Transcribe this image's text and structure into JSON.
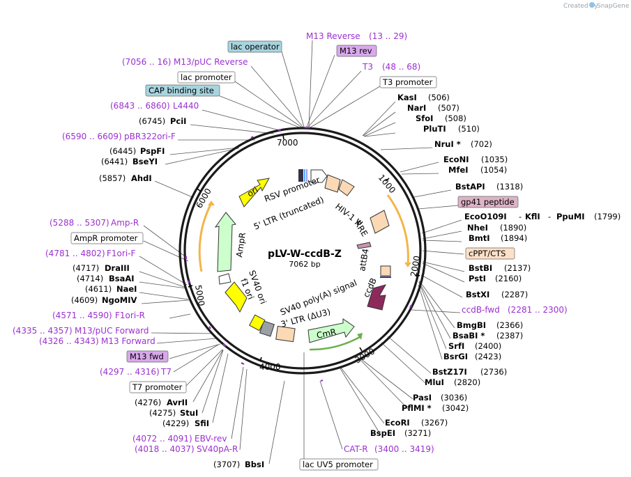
{
  "branding": {
    "credit": "Created by",
    "brand": "SnapGene"
  },
  "plasmid": {
    "name": "pLV-W-ccdB-Z",
    "size": "7062 bp"
  },
  "tick_labels": [
    "1000",
    "2000",
    "3000",
    "4000",
    "5000",
    "6000",
    "7000"
  ],
  "labels": [
    {
      "id": "m13rev-primer",
      "text": "M13 Reverse",
      "range": "(13 .. 29)"
    },
    {
      "id": "lac-operator",
      "text": "lac operator",
      "box": "#a7d4df"
    },
    {
      "id": "m13rev-feature",
      "text": "M13 rev",
      "box": "#d9a8ec"
    },
    {
      "id": "m13puc-rev",
      "text": "M13/pUC Reverse",
      "range": "(7056 .. 16)"
    },
    {
      "id": "t3-primer",
      "text": "T3",
      "range": "(48 .. 68)"
    },
    {
      "id": "lac-promoter",
      "text": "lac promoter",
      "box": "#ffffff"
    },
    {
      "id": "t3-promoter",
      "text": "T3 promoter",
      "box": "#ffffff"
    },
    {
      "id": "cap-site",
      "text": "CAP binding site",
      "box": "#a7d4df"
    },
    {
      "id": "kasI",
      "text": "KasI",
      "pos": "(506)"
    },
    {
      "id": "narI",
      "text": "NarI",
      "pos": "(507)"
    },
    {
      "id": "l4440",
      "text": "L4440",
      "range": "(6843 .. 6860)"
    },
    {
      "id": "sfoI",
      "text": "SfoI",
      "pos": "(508)"
    },
    {
      "id": "pciI",
      "text": "PciI",
      "pos": "(6745)"
    },
    {
      "id": "pluTI",
      "text": "PluTI",
      "pos": "(510)"
    },
    {
      "id": "pbr322ori-f",
      "text": "pBR322ori-F",
      "range": "(6590 .. 6609)"
    },
    {
      "id": "nruI",
      "text": "NruI *",
      "pos": "(702)"
    },
    {
      "id": "pspFI",
      "text": "PspFI",
      "pos": "(6445)"
    },
    {
      "id": "bseYI",
      "text": "BseYI",
      "pos": "(6441)"
    },
    {
      "id": "ecoNI",
      "text": "EcoNI",
      "pos": "(1035)"
    },
    {
      "id": "mfeI",
      "text": "MfeI",
      "pos": "(1054)"
    },
    {
      "id": "ahdI",
      "text": "AhdI",
      "pos": "(5857)"
    },
    {
      "id": "bstAPI",
      "text": "BstAPI",
      "pos": "(1318)"
    },
    {
      "id": "gp41",
      "text": "gp41 peptide",
      "box": "#ddb3c6"
    },
    {
      "id": "amp-r-primer",
      "text": "Amp-R",
      "range": "(5288 .. 5307)"
    },
    {
      "id": "ecoO109I",
      "text": "EcoO109I",
      "sep": "-"
    },
    {
      "id": "kflI",
      "text": "KflI",
      "sep": "-"
    },
    {
      "id": "ppuMI",
      "text": "PpuMI",
      "pos": "(1799)"
    },
    {
      "id": "ampr-promoter",
      "text": "AmpR promoter",
      "box": "#ffffff"
    },
    {
      "id": "nheI",
      "text": "NheI",
      "pos": "(1890)"
    },
    {
      "id": "bmtI",
      "text": "BmtI",
      "pos": "(1894)"
    },
    {
      "id": "f1ori-f",
      "text": "F1ori-F",
      "range": "(4781 .. 4802)"
    },
    {
      "id": "cppt",
      "text": "cPPT/CTS",
      "box": "#fde0c8"
    },
    {
      "id": "draIII",
      "text": "DraIII",
      "pos": "(4717)"
    },
    {
      "id": "bstBI",
      "text": "BstBI",
      "pos": "(2137)"
    },
    {
      "id": "bsaAI",
      "text": "BsaAI",
      "pos": "(4714)"
    },
    {
      "id": "pstI",
      "text": "PstI",
      "pos": "(2160)"
    },
    {
      "id": "naeI",
      "text": "NaeI",
      "pos": "(4611)"
    },
    {
      "id": "bstXI",
      "text": "BstXI",
      "pos": "(2287)"
    },
    {
      "id": "ngoMIV",
      "text": "NgoMIV",
      "pos": "(4609)"
    },
    {
      "id": "ccdb-fwd",
      "text": "ccdB-fwd",
      "range": "(2281 .. 2300)"
    },
    {
      "id": "f1ori-r",
      "text": "F1ori-R",
      "range": "(4571 .. 4590)"
    },
    {
      "id": "bmgBI",
      "text": "BmgBI",
      "pos": "(2366)"
    },
    {
      "id": "m13puc-fwd",
      "text": "M13/pUC Forward",
      "range": "(4335 .. 4357)"
    },
    {
      "id": "bsaBI",
      "text": "BsaBI *",
      "pos": "(2387)"
    },
    {
      "id": "m13-forward",
      "text": "M13 Forward",
      "range": "(4326 .. 4343)"
    },
    {
      "id": "srfI",
      "text": "SrfI",
      "pos": "(2400)"
    },
    {
      "id": "bsrGI",
      "text": "BsrGI",
      "pos": "(2423)"
    },
    {
      "id": "m13fwd-feature",
      "text": "M13 fwd",
      "box": "#d9a8ec"
    },
    {
      "id": "t7-primer",
      "text": "T7",
      "range": "(4297 .. 4316)"
    },
    {
      "id": "bstZ17I",
      "text": "BstZ17I",
      "pos": "(2736)"
    },
    {
      "id": "mluI",
      "text": "MluI",
      "pos": "(2820)"
    },
    {
      "id": "t7-promoter",
      "text": "T7 promoter",
      "box": "#ffffff"
    },
    {
      "id": "avrII",
      "text": "AvrII",
      "pos": "(4276)"
    },
    {
      "id": "pasI",
      "text": "PasI",
      "pos": "(3036)"
    },
    {
      "id": "stuI",
      "text": "StuI",
      "pos": "(4275)"
    },
    {
      "id": "pflMI",
      "text": "PflMI *",
      "pos": "(3042)"
    },
    {
      "id": "sfiI",
      "text": "SfiI",
      "pos": "(4229)"
    },
    {
      "id": "ecoRI",
      "text": "EcoRI",
      "pos": "(3267)"
    },
    {
      "id": "bspEI",
      "text": "BspEI",
      "pos": "(3271)"
    },
    {
      "id": "ebv-rev",
      "text": "EBV-rev",
      "range": "(4072 .. 4091)"
    },
    {
      "id": "sv40pa-r",
      "text": "SV40pA-R",
      "range": "(4018 .. 4037)"
    },
    {
      "id": "cat-r",
      "text": "CAT-R",
      "range": "(3400 .. 3419)"
    },
    {
      "id": "bbsI",
      "text": "BbsI",
      "pos": "(3707)"
    },
    {
      "id": "lacuv5",
      "text": "lac UV5 promoter",
      "box": "#ffffff"
    }
  ],
  "features": [
    {
      "id": "ori",
      "text": "ori",
      "color": "#ffff00"
    },
    {
      "id": "rsv",
      "text": "RSV promoter"
    },
    {
      "id": "ltr5",
      "text": "5' LTR (truncated)"
    },
    {
      "id": "hiv1",
      "text": "HIV-1 Ψ"
    },
    {
      "id": "rre",
      "text": "RRE"
    },
    {
      "id": "attB4",
      "text": "attB4"
    },
    {
      "id": "ccdB",
      "text": "ccdB",
      "color": "#8c2a5c"
    },
    {
      "id": "ampr",
      "text": "AmpR",
      "color": "#ccffcc"
    },
    {
      "id": "sv40ori",
      "text": "SV40 ori"
    },
    {
      "id": "f1ori",
      "text": "f1 ori",
      "color": "#ffff00"
    },
    {
      "id": "sv40pa",
      "text": "SV40 poly(A) signal"
    },
    {
      "id": "ltr3",
      "text": "3' LTR (ΔU3)"
    },
    {
      "id": "cmr",
      "text": "CmR",
      "color": "#ccffcc"
    }
  ]
}
